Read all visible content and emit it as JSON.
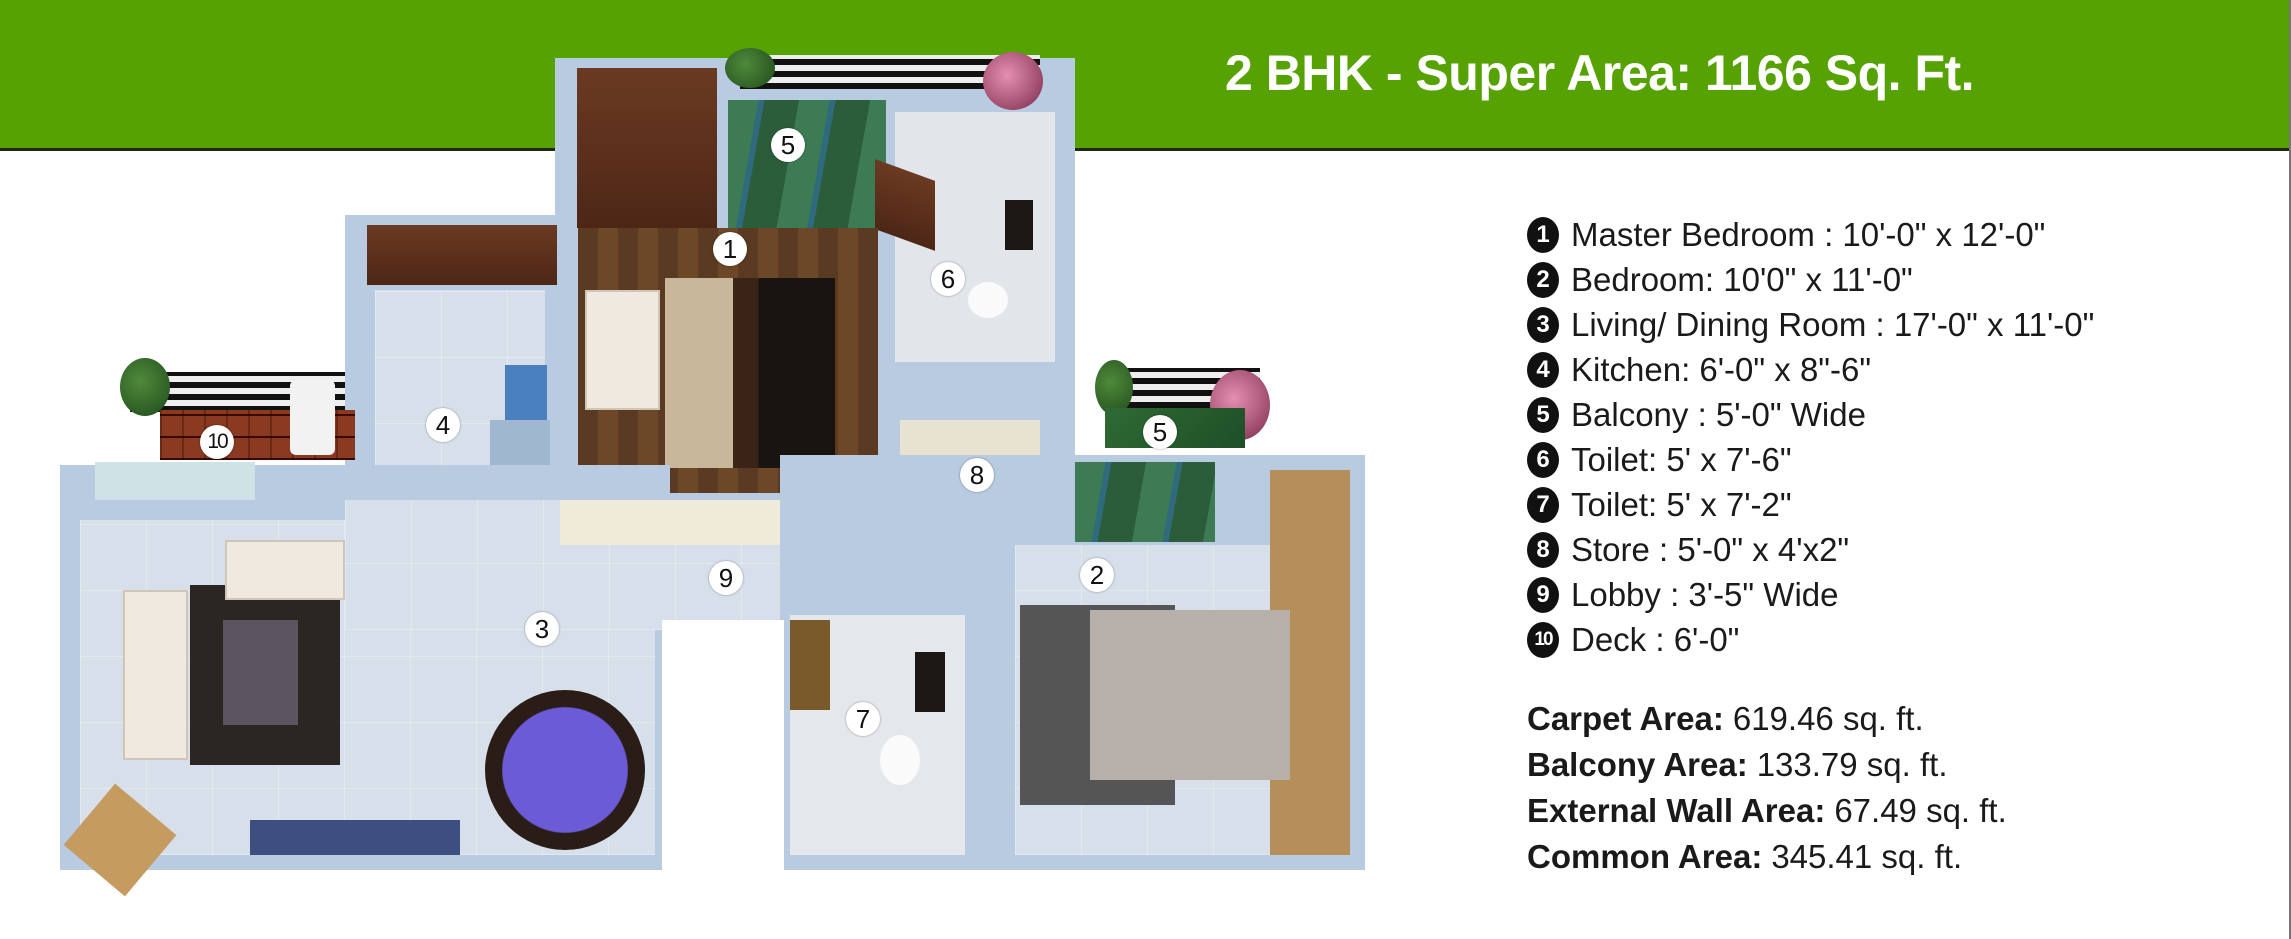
{
  "header": {
    "title": "2 BHK - Super Area: 1166 Sq. Ft.",
    "background_color": "#56a202",
    "text_color": "#ffffff"
  },
  "floor_plan": {
    "markers": [
      {
        "number": "1",
        "room": "Master Bedroom"
      },
      {
        "number": "2",
        "room": "Bedroom"
      },
      {
        "number": "3",
        "room": "Living/ Dining Room"
      },
      {
        "number": "4",
        "room": "Kitchen"
      },
      {
        "number": "5",
        "room": "Balcony (master bedroom)"
      },
      {
        "number": "5",
        "room": "Balcony (bedroom)"
      },
      {
        "number": "6",
        "room": "Toilet"
      },
      {
        "number": "7",
        "room": "Toilet"
      },
      {
        "number": "8",
        "room": "Store"
      },
      {
        "number": "9",
        "room": "Lobby"
      },
      {
        "number": "10",
        "room": "Deck"
      }
    ]
  },
  "legend": {
    "items": [
      {
        "number": "1",
        "text": "Master Bedroom : 10'-0\" x 12'-0\""
      },
      {
        "number": "2",
        "text": "Bedroom: 10'0\" x 11'-0\""
      },
      {
        "number": "3",
        "text": "Living/ Dining Room : 17'-0\" x 11'-0\""
      },
      {
        "number": "4",
        "text": "Kitchen: 6'-0\" x 8\"-6\""
      },
      {
        "number": "5",
        "text": "Balcony : 5'-0\" Wide"
      },
      {
        "number": "6",
        "text": "Toilet: 5' x 7'-6\""
      },
      {
        "number": "7",
        "text": "Toilet: 5' x 7'-2\""
      },
      {
        "number": "8",
        "text": "Store : 5'-0\" x 4'x2\""
      },
      {
        "number": "9",
        "text": "Lobby : 3'-5\" Wide"
      },
      {
        "number": "10",
        "text": "Deck : 6'-0\""
      }
    ]
  },
  "areas": [
    {
      "label": "Carpet Area:",
      "value": "619.46 sq. ft."
    },
    {
      "label": "Balcony Area:",
      "value": "133.79 sq. ft."
    },
    {
      "label": "External Wall Area:",
      "value": "67.49 sq. ft."
    },
    {
      "label": "Common Area:",
      "value": "345.41 sq. ft."
    }
  ]
}
